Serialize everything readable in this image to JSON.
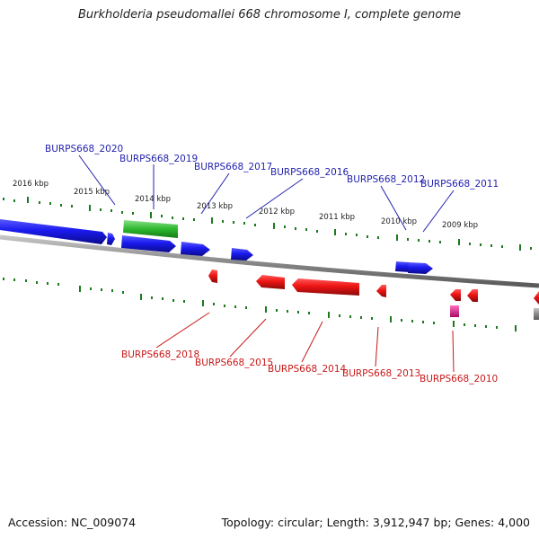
{
  "title": "Burkholderia pseudomallei 668 chromosome I, complete genome",
  "footer": {
    "accession": "Accession: NC_009074",
    "summary": "Topology: circular; Length: 3,912,947 bp; Genes: 4,000"
  },
  "ticks": [
    "2016 kbp",
    "2015 kbp",
    "2014 kbp",
    "2013 kbp",
    "2012 kbp",
    "2011 kbp",
    "2010 kbp",
    "2009 kbp"
  ],
  "colors": {
    "forward_gene": "#1a1aee",
    "reverse_gene": "#ee1414",
    "rna_gene": "#2db82d",
    "pseudo_gene": "#e0178c",
    "backbone": "#8a8a8a",
    "tick": "#1d7a1d",
    "label_top": "#2323b0",
    "label_bottom": "#c81818"
  },
  "labels_top": [
    "BURPS668_2020",
    "BURPS668_2019",
    "BURPS668_2017",
    "BURPS668_2016",
    "BURPS668_2012",
    "BURPS668_2011"
  ],
  "labels_bottom": [
    "BURPS668_2018",
    "BURPS668_2015",
    "BURPS668_2014",
    "BURPS668_2013",
    "BURPS668_2010"
  ]
}
